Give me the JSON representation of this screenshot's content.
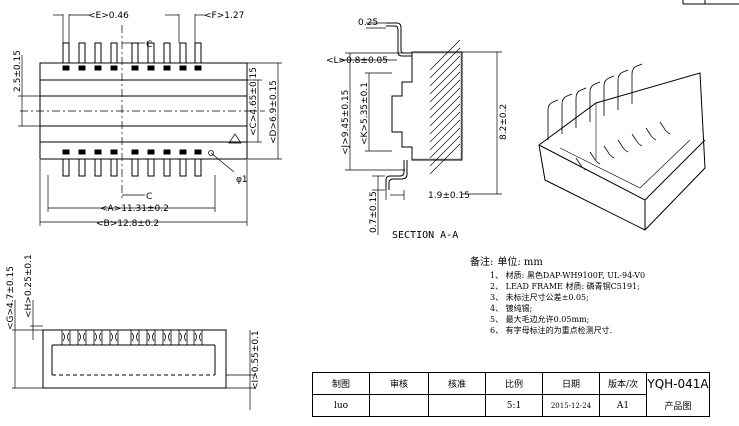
{
  "dims": {
    "E": "<E>0.46",
    "F": "<F>1.27",
    "A": "<A>11.31±0.2",
    "B": "<B>12.8±0.2",
    "C": "<C>4.65±0.15",
    "D": "<D>6.9±0.15",
    "h25": "2.5±0.15",
    "phi": "φ1",
    "c_top": "C",
    "c_bot": "C",
    "s025": "0.25",
    "L": "<L>0.8±0.05",
    "J": "<J>9.45±0.15",
    "K": "<K>5.35±0.1",
    "h82": "8.2±0.2",
    "h19": "1.9±0.15",
    "h07": "0.7±0.15",
    "section": "SECTION  A-A",
    "G": "<G>4.7±0.15",
    "H": "<H>0.25±0.1",
    "I": "<I>0.55±0.1"
  },
  "notes": {
    "title": "备注:",
    "unit": "单位: mm",
    "items": [
      "1、 材质: 黑色DAP-WH9100F, UL-94-V0",
      "2、 LEAD FRAME 材质: 磷青铜C5191;",
      "3、 未标注尺寸公差±0.05;",
      "4、 镀纯锡;",
      "5、 最大毛边允许0.05mm;",
      "6、 有字母标注的为重点检测尺寸."
    ]
  },
  "title_block": {
    "headers": [
      "制图",
      "审核",
      "核准",
      "比例",
      "日期",
      "版本/次"
    ],
    "values": [
      "luo",
      "",
      "",
      "5:1",
      "2015-12-24",
      "A1"
    ],
    "part_no": "YQH-041A",
    "doc_type": "产品图"
  }
}
